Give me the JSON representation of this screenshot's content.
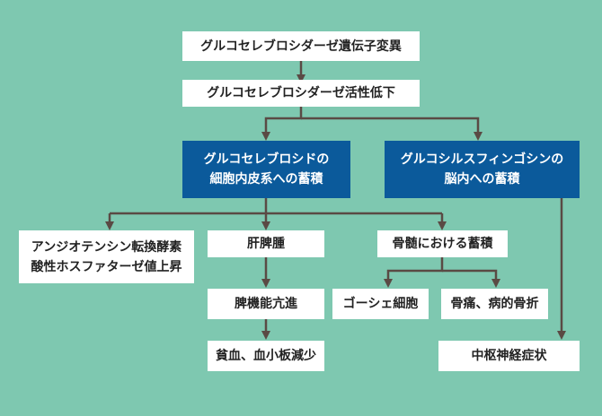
{
  "nodes": {
    "gene_mutation": "グルコセレブロシダーゼ遺伝子変異",
    "enzyme_low": "グルコセレブロシダーゼ活性低下",
    "glucocerebroside_accum": "グルコセレブロシドの\n細胞内皮系への蓄積",
    "glucosylsphingosine_accum": "グルコシルスフィンゴシンの\n脳内への蓄積",
    "ace_rise": "アンジオテンシン転換酵素\n酸性ホスファターゼ値上昇",
    "hepatosplenomegaly": "肝脾腫",
    "hypersplenism": "脾機能亢進",
    "anemia": "貧血、血小板減少",
    "bone_accum": "骨髄における蓄積",
    "gaucher_cell": "ゴーシェ細胞",
    "bone_pain": "骨痛、病的骨折",
    "cns": "中枢神経症状"
  },
  "colors": {
    "background": "#7ec8b0",
    "accent_box": "#0b5a9b",
    "arrow": "#5a4a44"
  }
}
